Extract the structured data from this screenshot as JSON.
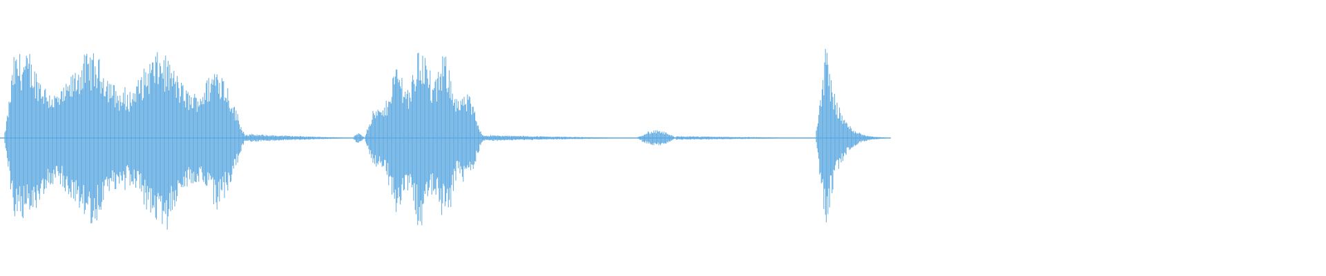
{
  "waveform": {
    "color": "#5DA9E1",
    "baseline_fraction": 0.5,
    "segments": [
      {
        "name": "burst-1",
        "start": 0.003,
        "end": 0.185,
        "peak": 0.95,
        "shape": "plateau"
      },
      {
        "name": "tail-1",
        "start": 0.185,
        "end": 0.27,
        "peak": 0.04,
        "shape": "decay"
      },
      {
        "name": "blip-1",
        "start": 0.266,
        "end": 0.275,
        "peak": 0.05,
        "shape": "blip"
      },
      {
        "name": "burst-2",
        "start": 0.275,
        "end": 0.365,
        "peak": 0.98,
        "shape": "hump"
      },
      {
        "name": "tail-2",
        "start": 0.365,
        "end": 0.48,
        "peak": 0.03,
        "shape": "decay"
      },
      {
        "name": "blip-2",
        "start": 0.48,
        "end": 0.51,
        "peak": 0.08,
        "shape": "blip"
      },
      {
        "name": "tail-3",
        "start": 0.51,
        "end": 0.62,
        "peak": 0.02,
        "shape": "decay"
      },
      {
        "name": "transient",
        "start": 0.615,
        "end": 0.668,
        "peak": 1.0,
        "shape": "attack-decay"
      }
    ]
  }
}
